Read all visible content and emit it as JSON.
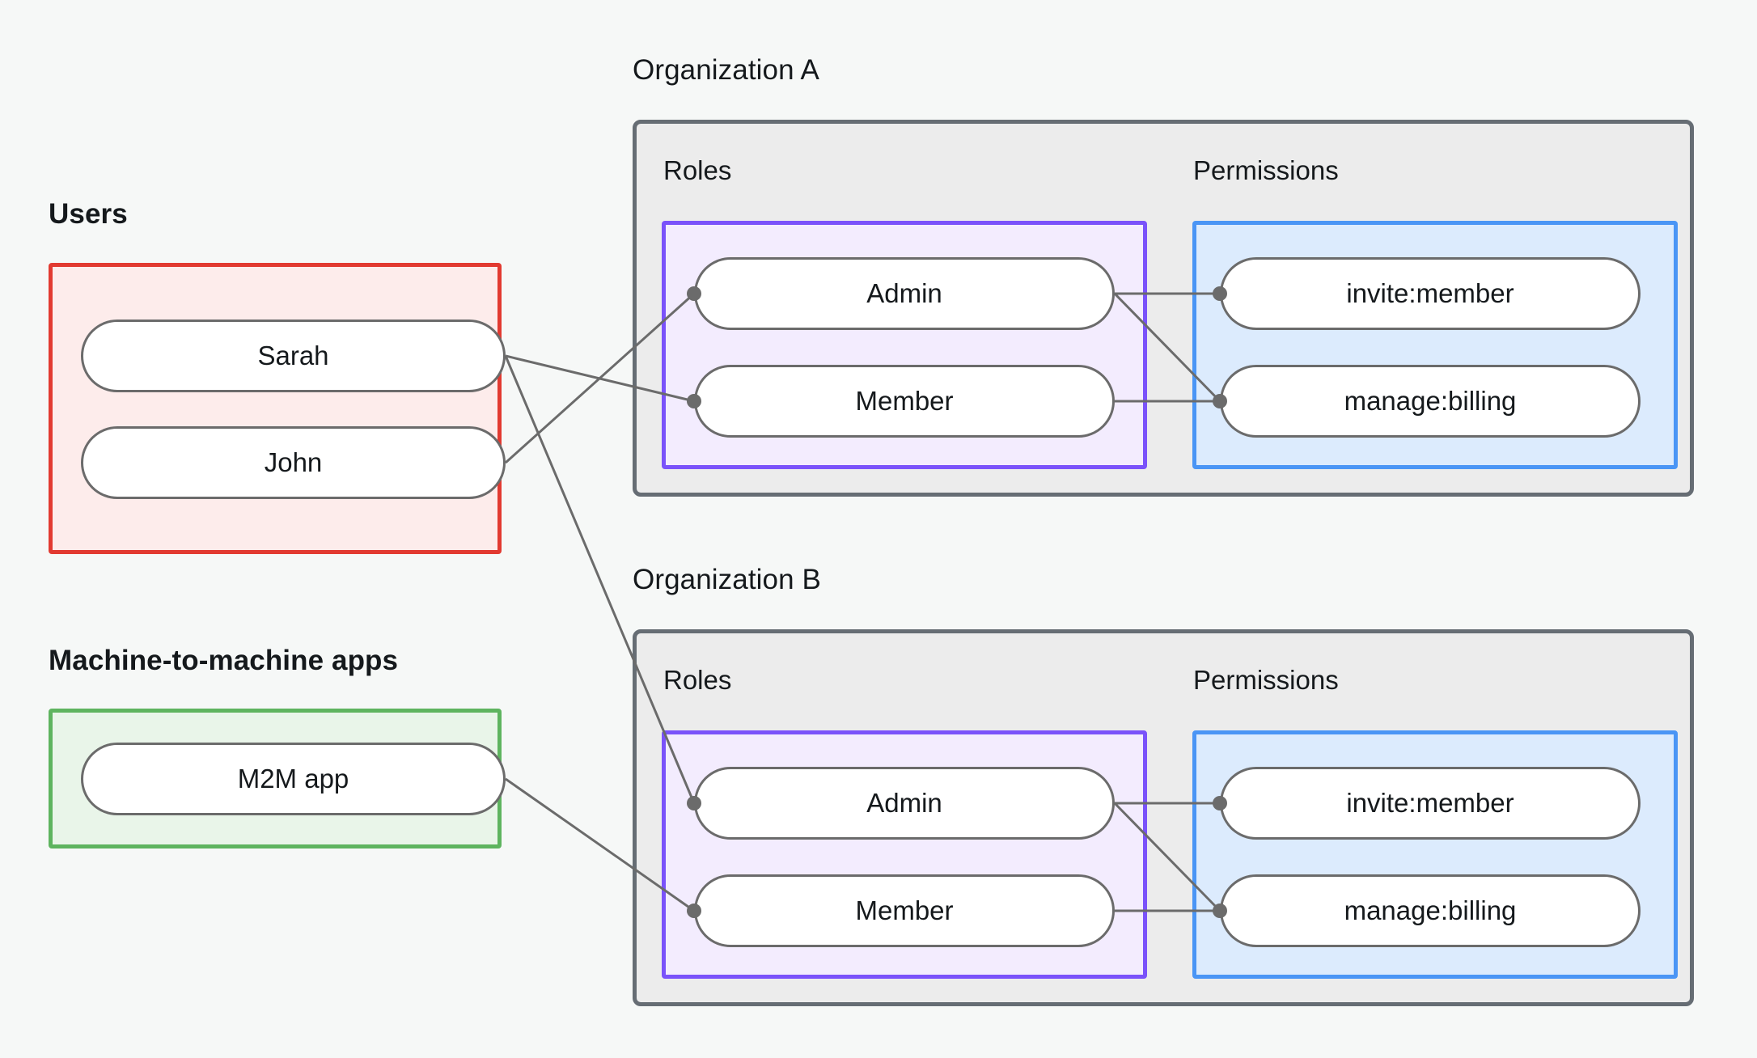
{
  "diagram": {
    "title_visible": false,
    "background_color": "#f6f8f7",
    "edge_color": "#6b6b6b"
  },
  "users_group": {
    "label": "Users",
    "border_color": "#e23a31",
    "fill_color": "#fdeceb",
    "nodes": [
      {
        "id": "sarah",
        "label": "Sarah"
      },
      {
        "id": "john",
        "label": "John"
      }
    ]
  },
  "m2m_group": {
    "label": "Machine-to-machine apps",
    "border_color": "#5eb45f",
    "fill_color": "#e9f5e9",
    "nodes": [
      {
        "id": "m2m",
        "label": "M2M app"
      }
    ]
  },
  "organizations": [
    {
      "id": "org_a",
      "label": "Organization A",
      "border_color": "#666d74",
      "fill_color": "#ececec",
      "roles": {
        "label": "Roles",
        "border_color": "#7a52fa",
        "fill_color": "#f3ecfe",
        "nodes": [
          {
            "id": "a_admin",
            "label": "Admin"
          },
          {
            "id": "a_member",
            "label": "Member"
          }
        ]
      },
      "permissions": {
        "label": "Permissions",
        "border_color": "#4a95f5",
        "fill_color": "#dcebfd",
        "nodes": [
          {
            "id": "a_invite",
            "label": "invite:member"
          },
          {
            "id": "a_billing",
            "label": "manage:billing"
          }
        ]
      }
    },
    {
      "id": "org_b",
      "label": "Organization B",
      "border_color": "#666d74",
      "fill_color": "#ececec",
      "roles": {
        "label": "Roles",
        "border_color": "#7a52fa",
        "fill_color": "#f3ecfe",
        "nodes": [
          {
            "id": "b_admin",
            "label": "Admin"
          },
          {
            "id": "b_member",
            "label": "Member"
          }
        ]
      },
      "permissions": {
        "label": "Permissions",
        "border_color": "#4a95f5",
        "fill_color": "#dcebfd",
        "nodes": [
          {
            "id": "b_invite",
            "label": "invite:member"
          },
          {
            "id": "b_billing",
            "label": "manage:billing"
          }
        ]
      }
    }
  ],
  "edges": [
    {
      "from": "sarah",
      "to": "a_member"
    },
    {
      "from": "sarah",
      "to": "b_admin"
    },
    {
      "from": "john",
      "to": "a_admin"
    },
    {
      "from": "m2m",
      "to": "b_member"
    },
    {
      "from": "a_admin",
      "to": "a_invite"
    },
    {
      "from": "a_admin",
      "to": "a_billing"
    },
    {
      "from": "a_member",
      "to": "a_billing"
    },
    {
      "from": "b_admin",
      "to": "b_invite"
    },
    {
      "from": "b_admin",
      "to": "b_billing"
    },
    {
      "from": "b_member",
      "to": "b_billing"
    }
  ]
}
